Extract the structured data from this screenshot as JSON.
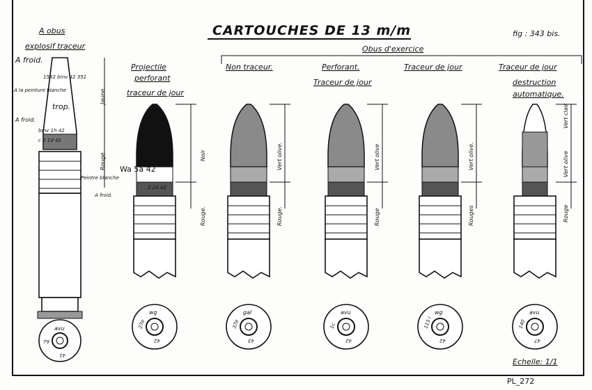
{
  "title": "CARTOUCHES DE 13 m/m",
  "figure": "fig : 343 bis.",
  "group_label": "Obus d'exercice",
  "scale": "Echelle: 1/1",
  "plate": "PL_272",
  "items": [
    {
      "title_lines": [
        "A obus",
        "explosif traceur"
      ],
      "annotations": [
        "A froid.",
        "1532 bmv 42 351",
        "A la peinture blanche",
        "trop.",
        "A froid.",
        "bmv 1h 42",
        "c 2 1d 42",
        "Jaune.",
        "Rouge."
      ],
      "base_marks": [
        "avu",
        "79",
        "41"
      ]
    },
    {
      "title_lines": [
        "Projectile",
        "perforant",
        "traceur de jour"
      ],
      "annotations": [
        "Wa 5a 42",
        "Peintre blanche",
        "A froid.",
        "2 24 42",
        "Noir",
        "Rouge."
      ],
      "base_marks": [
        "wg",
        "27e",
        "42"
      ]
    },
    {
      "title_lines": [
        "Non traceur."
      ],
      "annotations": [
        "Vert olive.",
        "Rouge."
      ],
      "base_marks": [
        "gal",
        "37e",
        "43"
      ]
    },
    {
      "title_lines": [
        "Perforant.",
        "Traceur de jour"
      ],
      "annotations": [
        "Vert olive",
        "Rouge"
      ],
      "base_marks": [
        "avu",
        "1c",
        "42"
      ]
    },
    {
      "title_lines": [
        "Traceur de jour"
      ],
      "annotations": [
        "Vert olive.",
        "Rouges"
      ],
      "base_marks": [
        "wg",
        "113 i",
        "42"
      ]
    },
    {
      "title_lines": [
        "Traceur de jour",
        "destruction",
        "automatique."
      ],
      "annotations": [
        "Vert clair",
        "Vert olive",
        "Rouge"
      ],
      "base_marks": [
        "avu",
        "140",
        "47"
      ]
    }
  ],
  "colors": {
    "ink": "#111111",
    "paper": "#fdfdfb",
    "olive": "#8a8a8a",
    "red_band": "#555555"
  }
}
